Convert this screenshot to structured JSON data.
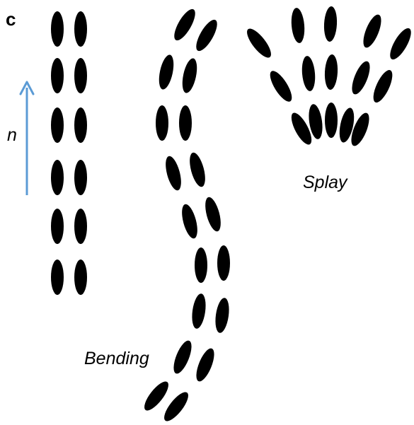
{
  "panel_label": "c",
  "director_label": "n",
  "bending_label": "Bending",
  "splay_label": "Splay",
  "colors": {
    "molecule": "#000000",
    "director_arrow": "#5b9bd5",
    "text": "#000000",
    "background": "#ffffff"
  }
}
